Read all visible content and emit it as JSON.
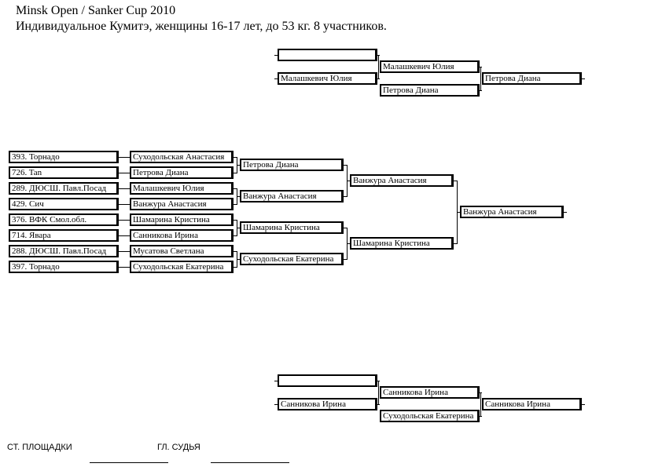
{
  "header": {
    "title": "Minsk Open / Sanker Cup 2010",
    "subtitle": "Индивидуальное Кумитэ, женщины 16-17 лет, до  53 кг. 8 участников."
  },
  "clubs": [
    "393. Торнадо",
    "726. Tan",
    "289. ДЮСШ. Павл.Посад",
    "429. Сич",
    "376. ВФК Смол.обл.",
    "714. Явара",
    "288. ДЮСШ. Павл.Посад",
    "397. Торнадо"
  ],
  "round1": [
    "Суходольская Анастасия",
    "Петрова Диана",
    "Малашкевич Юлия",
    "Ванжура Анастасия",
    "Шамарина Кристина",
    "Санникова Ирина",
    "Мусатова Светлана",
    "Суходольская Екатерина"
  ],
  "quarterfinal_winners": [
    "Петрова Диана",
    "Ванжура Анастасия",
    "Шамарина Кристина",
    "Суходольская Екатерина"
  ],
  "semifinal_winners": [
    "Ванжура Анастасия",
    "Шамарина Кристина"
  ],
  "champion": "Ванжура Анастасия",
  "repechage_top": {
    "entry_a": "",
    "entry_b": "Малашкевич Юлия",
    "round_a": "Малашкевич Юлия",
    "round_b": "Петрова Диана",
    "winner": "Петрова Диана"
  },
  "repechage_bottom": {
    "entry_a": "",
    "entry_b": "Санникова Ирина",
    "round_a": "Санникова Ирина",
    "round_b": "Суходольская Екатерина",
    "winner": "Санникова Ирина"
  },
  "footer": {
    "site_referee_label": "СТ. ПЛОЩАДКИ",
    "chief_judge_label": "ГЛ. СУДЬЯ"
  }
}
